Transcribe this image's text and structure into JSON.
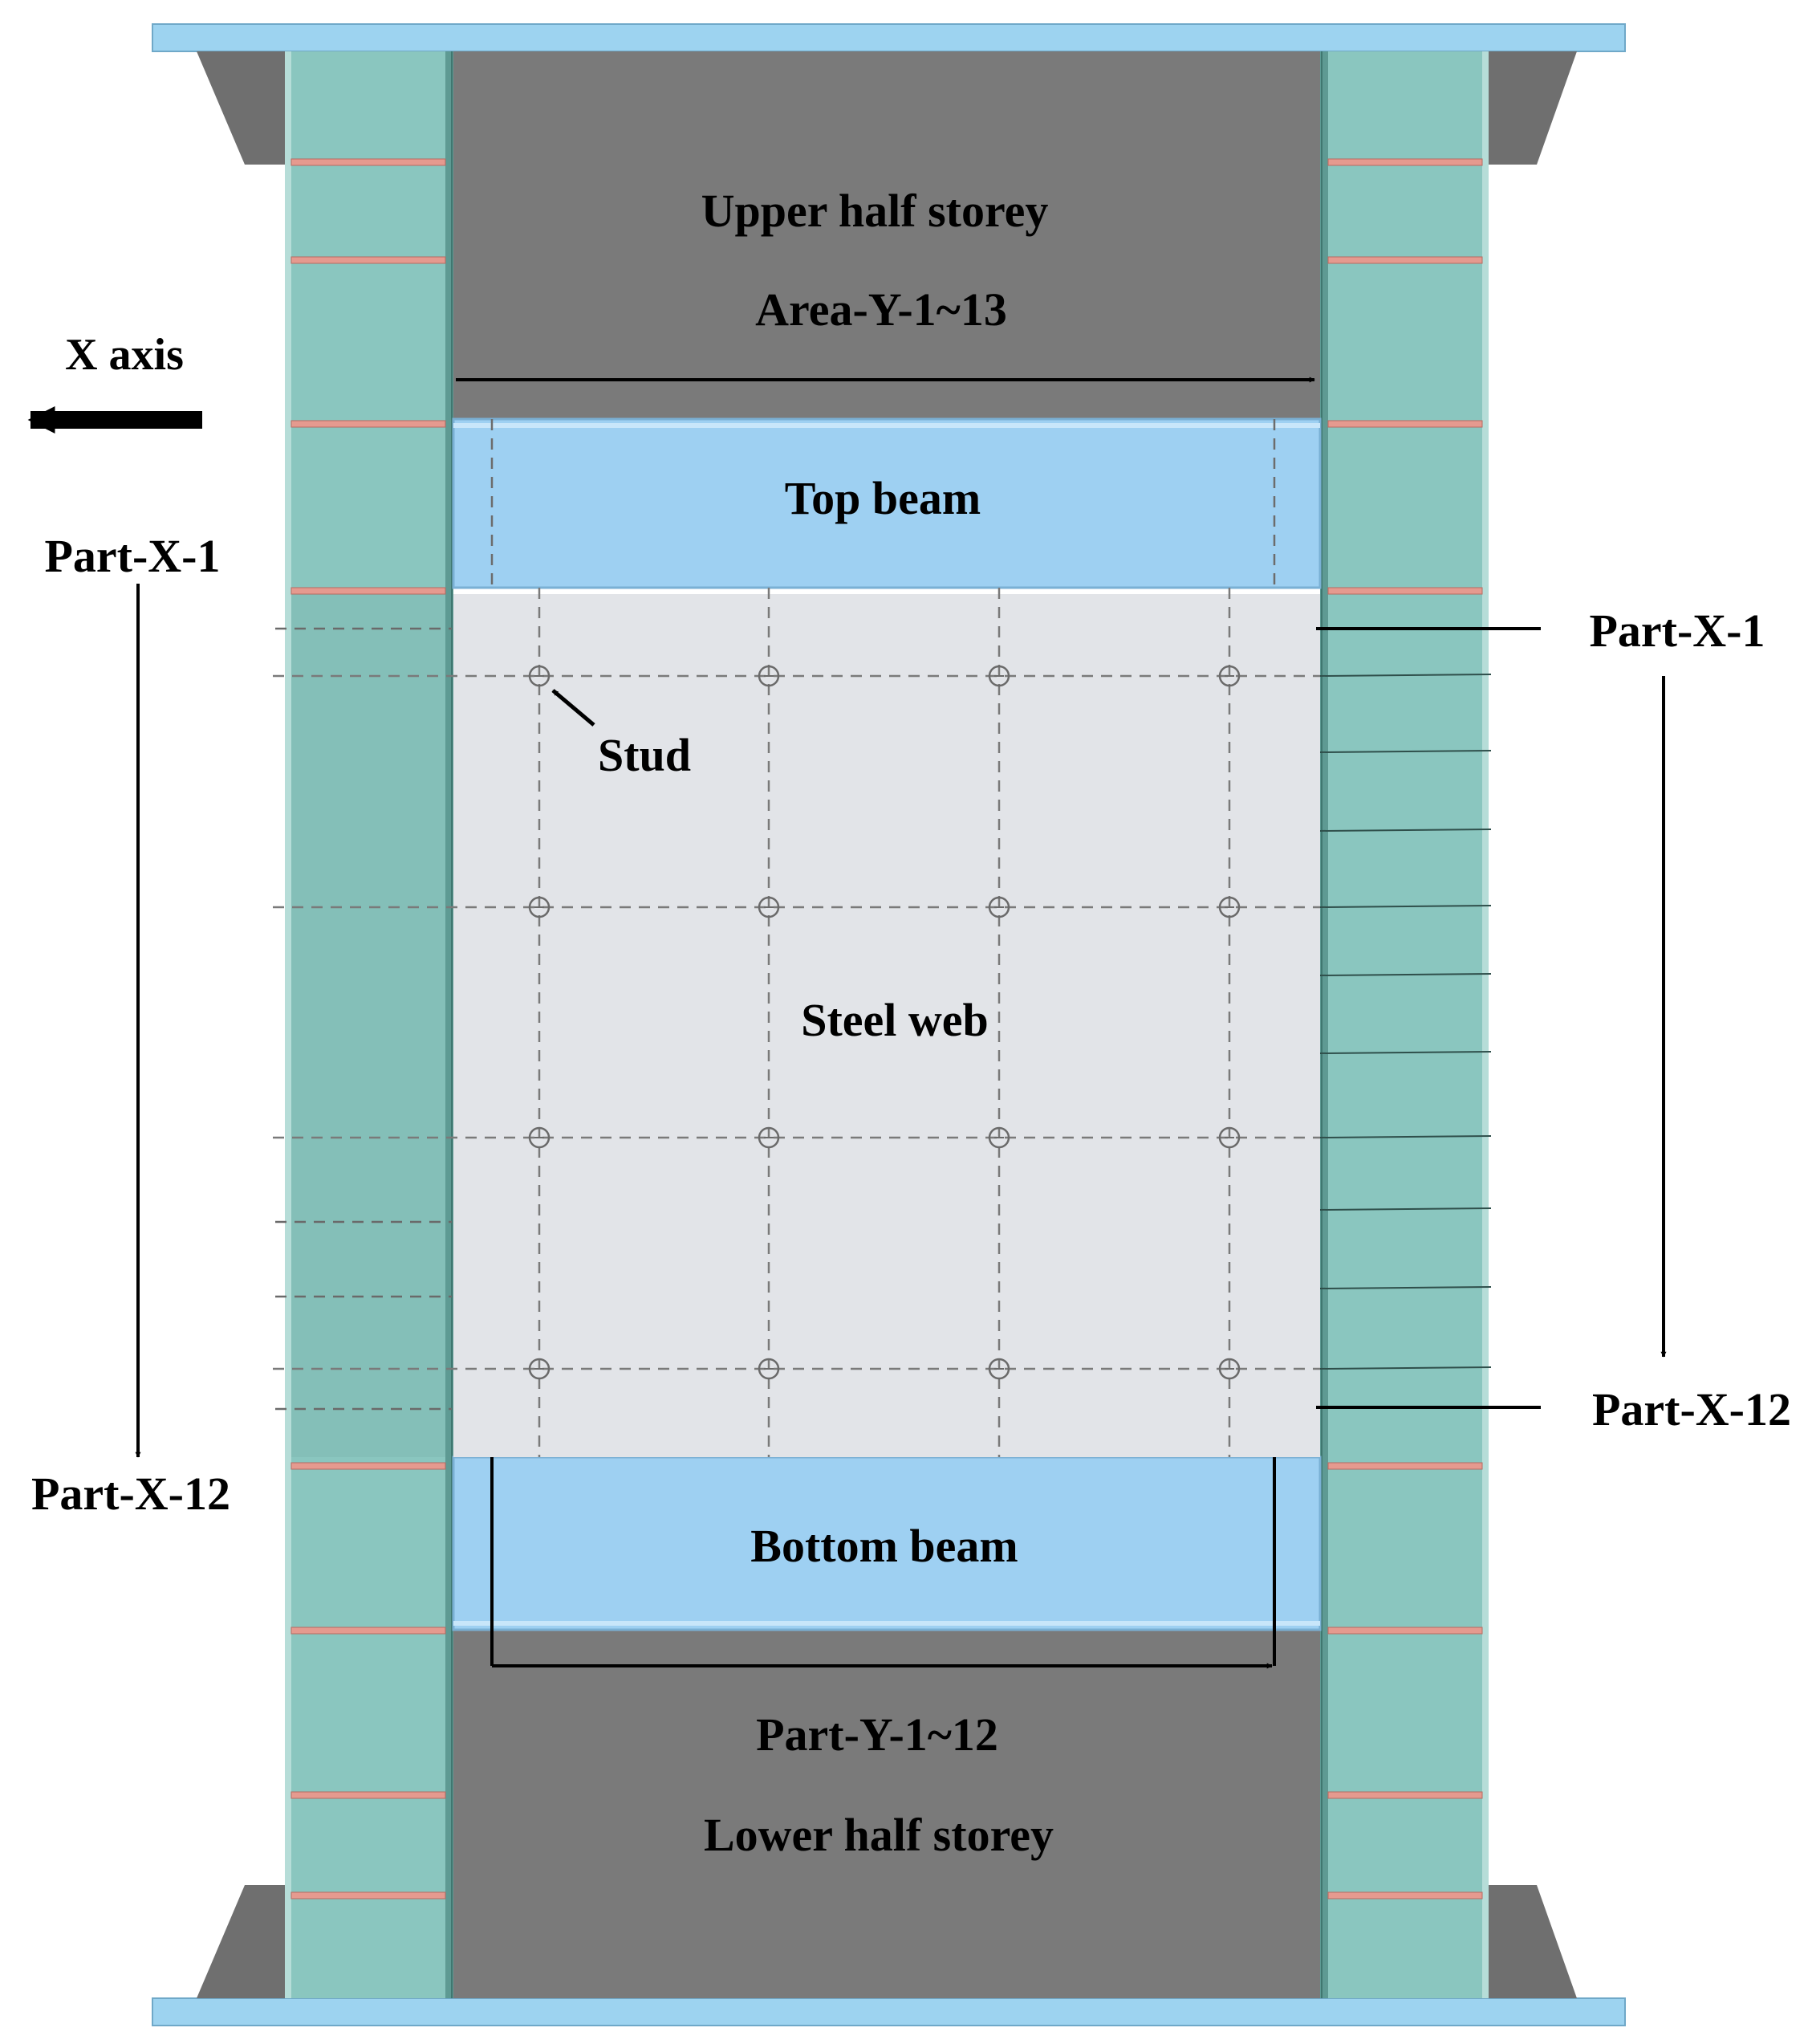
{
  "labels": {
    "upper_half_storey": "Upper half storey",
    "area_y": "Area-Y-1~13",
    "x_axis": "X axis",
    "top_beam": "Top beam",
    "left_part_x_1": "Part-X-1",
    "left_part_x_12": "Part-X-12",
    "right_part_x_1": "Part-X-1",
    "right_part_x_12": "Part-X-12",
    "stud": "Stud",
    "steel_web": "Steel web",
    "bottom_beam": "Bottom beam",
    "part_y": "Part-Y-1~12",
    "lower_half_storey": "Lower half storey"
  },
  "colors": {
    "end_plate": "#9dd3f0",
    "haunch": "#6f6f6f",
    "column": "#8ac6bf",
    "column_edge": "#5e9a93",
    "stiffener": "#e59a8f",
    "half_storey": "#7a7a7a",
    "beam": "#9ed0f2",
    "web": "#e2e4e8",
    "dash": "#7a7a7a",
    "line": "#000000"
  },
  "stud_grid": {
    "columns": 4,
    "rows": 4
  }
}
